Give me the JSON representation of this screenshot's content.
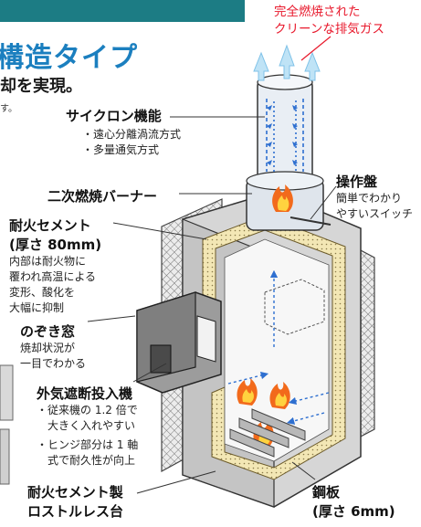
{
  "header": {
    "title": "構造タイプ",
    "subtitle": "却を実現。",
    "note": "す。"
  },
  "exhaust": {
    "line1": "完全燃焼された",
    "line2": "クリーンな排気ガス"
  },
  "labels": {
    "cyclone": {
      "title": "サイクロン機能",
      "items": [
        "・遠心分離渦流方式",
        "・多量通気方式"
      ]
    },
    "burner": {
      "title": "二次燃焼バーナー"
    },
    "panel": {
      "title": "操作盤",
      "desc": [
        "簡単でわかり",
        "やすいスイッチ"
      ]
    },
    "cement": {
      "title": "耐火セメント",
      "thickness": "(厚さ 80mm)",
      "desc": [
        "内部は耐火物に",
        "覆われ高温による",
        "変形、酸化を",
        "大幅に抑制"
      ]
    },
    "window": {
      "title": "のぞき窓",
      "desc": [
        "焼却状況が",
        "一目でわかる"
      ]
    },
    "inlet": {
      "title": "外気遮断投入機",
      "items": [
        "・従来機の 1.2 倍で",
        "大きく入れやすい",
        "・ヒンジ部分は 1 軸",
        "式で耐久性が向上"
      ]
    },
    "base": {
      "title": [
        "耐火セメント製",
        "ロストルレス台"
      ]
    },
    "steel": {
      "title": "鋼板",
      "thickness": "(厚さ 6mm)"
    }
  },
  "colors": {
    "accent_teal": "#1c7c84",
    "headline_blue": "#1b7fbf",
    "exhaust_red": "#e8192c",
    "airflow_blue": "#2e6fd0",
    "flame_orange": "#f26a1b",
    "cement_beige": "#f3e7b5",
    "steel_gray": "#c9c9c9"
  }
}
